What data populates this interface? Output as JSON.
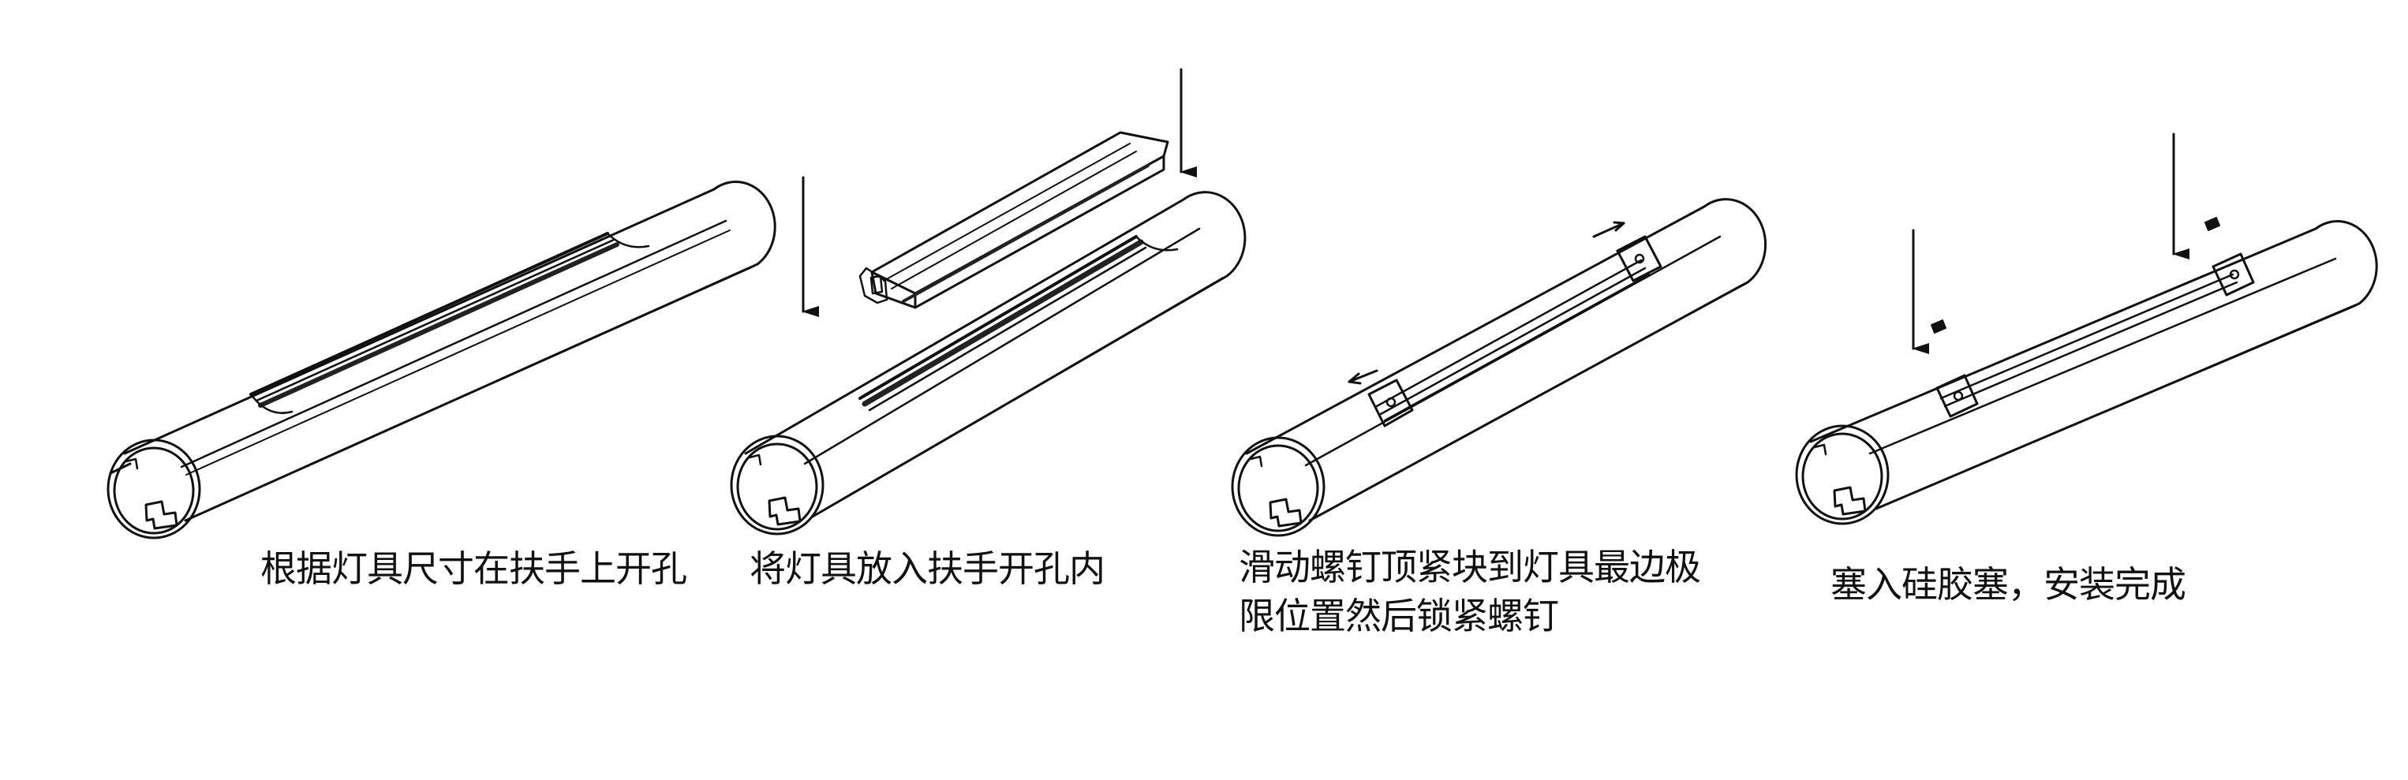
{
  "steps": [
    {
      "caption": "根据灯具尺寸在扶手上开孔"
    },
    {
      "caption": "将灯具放入扶手开孔内"
    },
    {
      "caption_lines": [
        "滑动螺钉顶紧块到灯具最边极",
        "限位置然后锁紧螺钉"
      ]
    },
    {
      "caption": "塞入硅胶塞，安装完成"
    }
  ],
  "colors": {
    "line": "#111111",
    "background": "#ffffff"
  }
}
